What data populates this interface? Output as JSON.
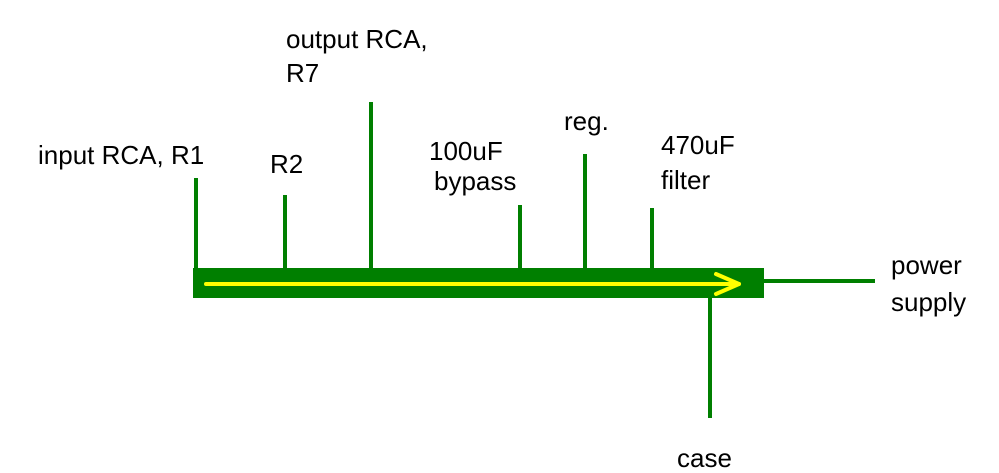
{
  "colors": {
    "bus": "#007f00",
    "arrow": "#ffff00",
    "text": "#000000",
    "background": "#ffffff"
  },
  "labels": {
    "input": "input RCA, R1",
    "r2": "R2",
    "output_line1": "output RCA,",
    "output_line2": "R7",
    "bypass_line1": "100uF",
    "bypass_line2": "bypass",
    "reg": "reg.",
    "filter_line1": "470uF",
    "filter_line2": "filter",
    "power_line1": "power",
    "power_line2": "supply",
    "case": "case"
  }
}
